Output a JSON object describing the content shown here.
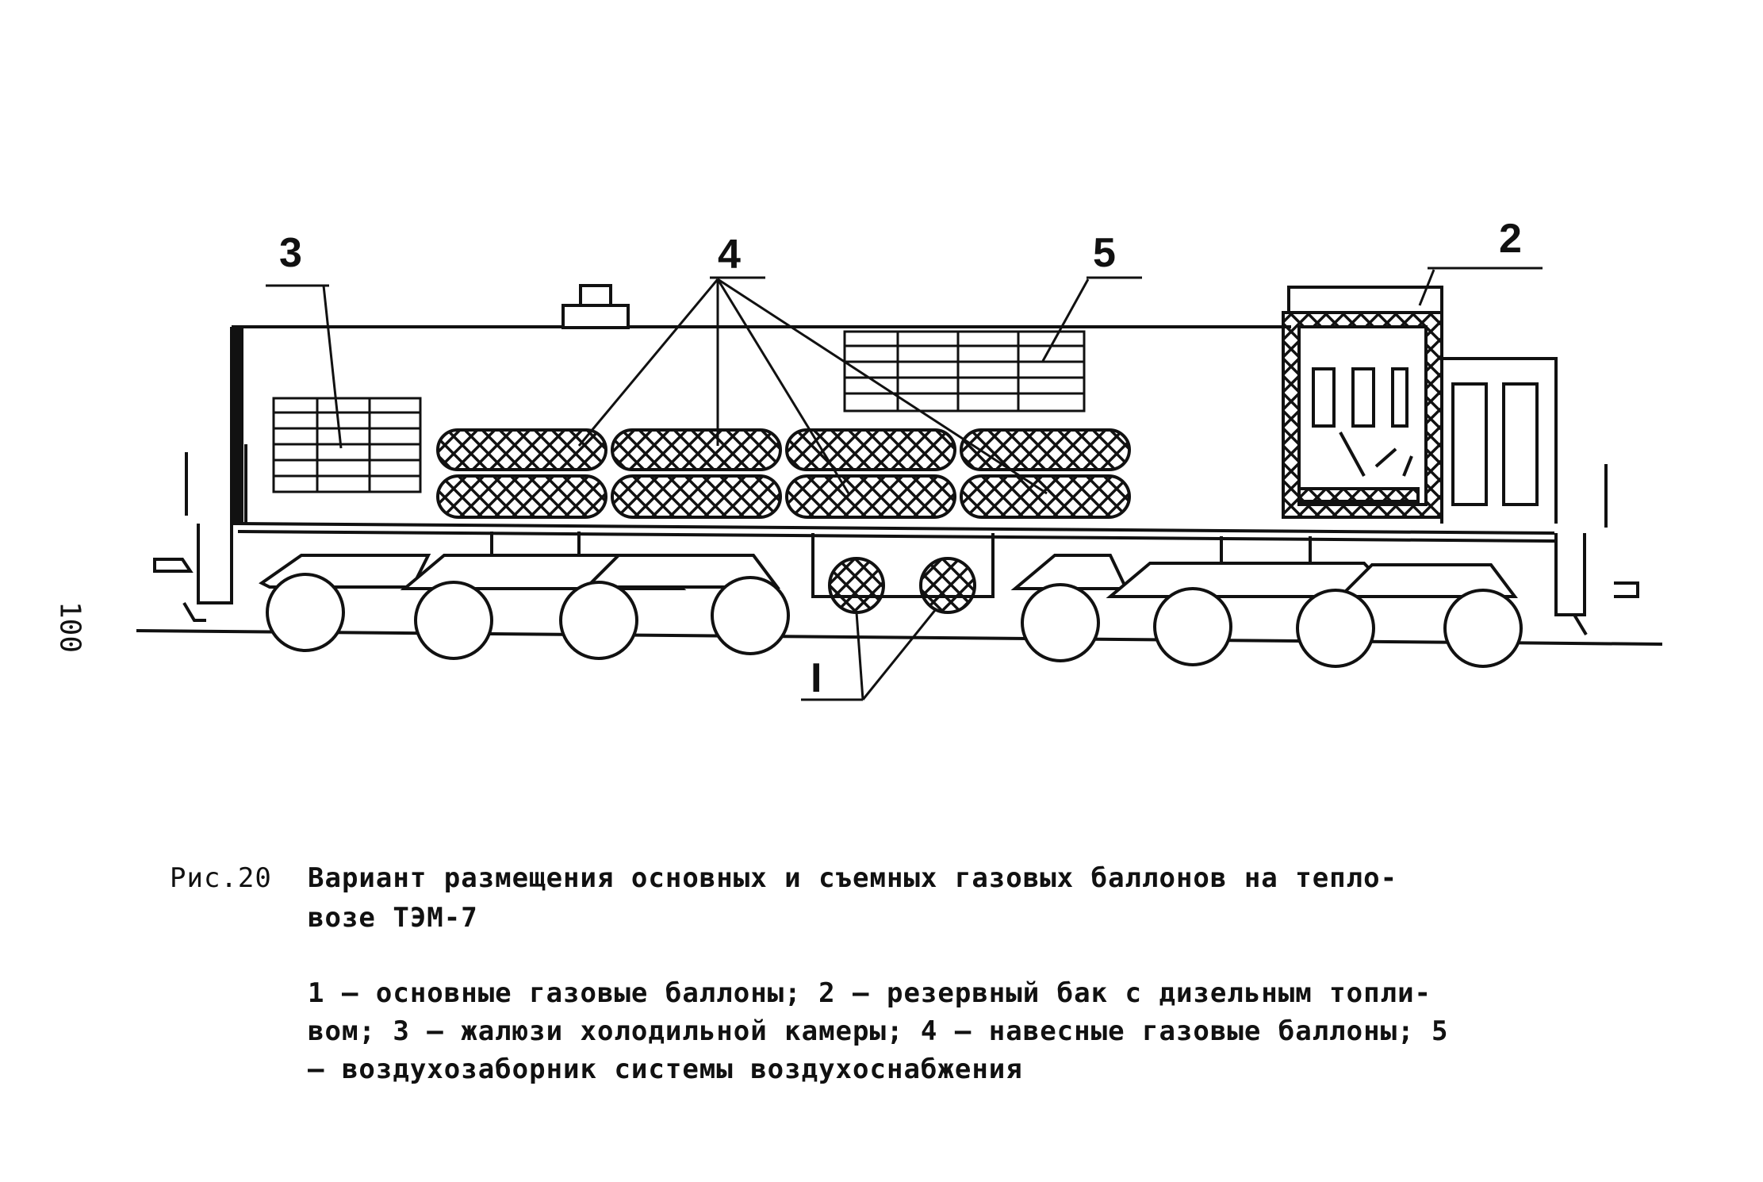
{
  "page": {
    "number": "100"
  },
  "figure": {
    "labels": {
      "l1": "I",
      "l2": "2",
      "l3": "3",
      "l4": "4",
      "l5": "5"
    }
  },
  "caption": {
    "number": "Рис.20",
    "title_line1": "Вариант размещения основных и съемных газовых баллонов на тепло-",
    "title_line2": "возе ТЭМ-7"
  },
  "legend": {
    "line1": "1 – основные газовые баллоны; 2 – резервный бак с дизельным топли-",
    "line2": "вом; 3 – жалюзи холодильной камеры; 4 – навесные газовые баллоны; 5",
    "line3": "– воздухозаборник системы воздухоснабжения"
  }
}
